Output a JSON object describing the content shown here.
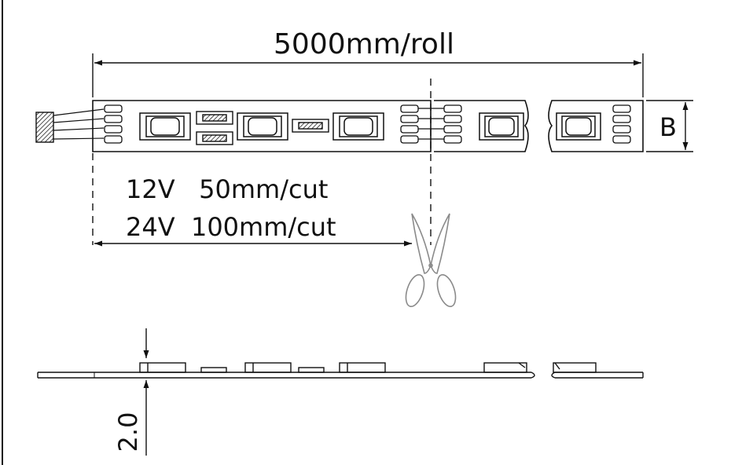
{
  "diagram": {
    "roll_length": "5000mm/roll",
    "width_symbol": "B",
    "cut_12v": "12V   50mm/cut",
    "cut_24v": "24V  100mm/cut",
    "thickness": "2.0"
  }
}
